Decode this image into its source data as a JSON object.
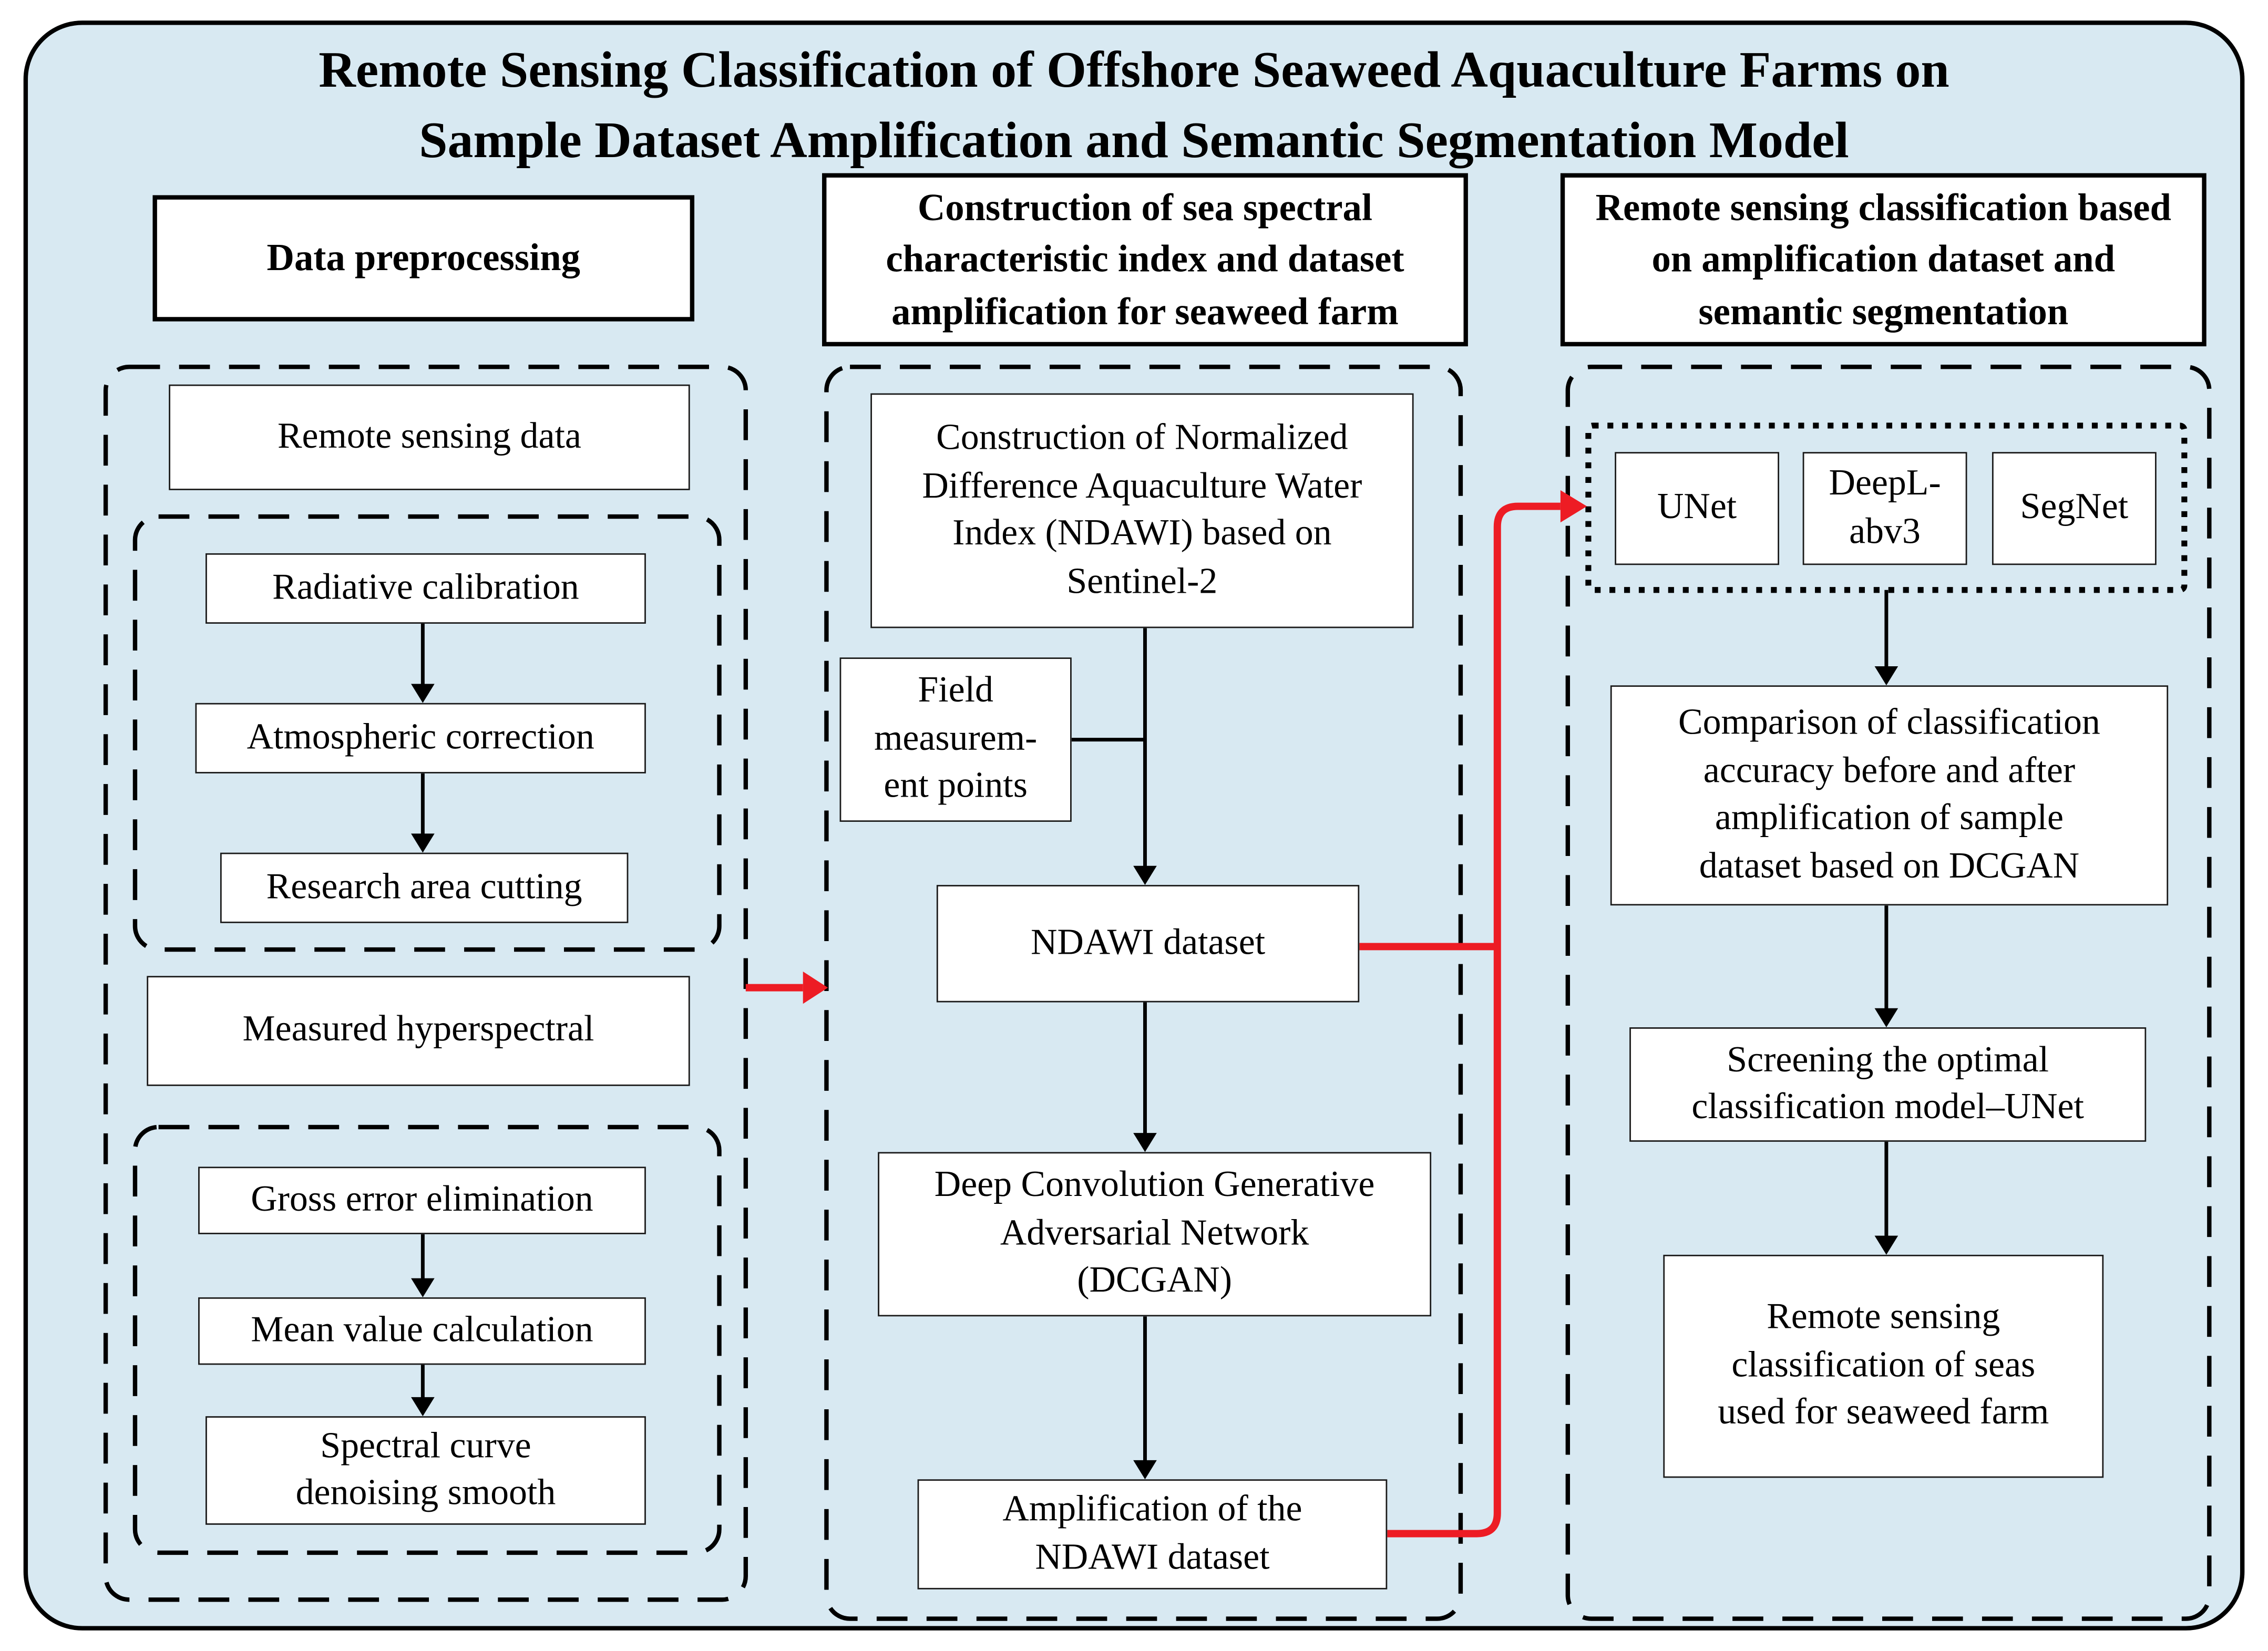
{
  "title": {
    "line1": "Remote Sensing Classification of Offshore Seaweed Aquaculture Farms on",
    "line2": "Sample Dataset Amplification and Semantic Segmentation Model"
  },
  "columns": {
    "col1": {
      "header": "Data preprocessing",
      "remote_sensing_data": "Remote sensing data",
      "radiative_calibration": "Radiative calibration",
      "atmospheric_correction": "Atmospheric correction",
      "research_area_cutting": "Research area cutting",
      "measured_hyperspectral": "Measured hyperspectral",
      "gross_error_elimination": "Gross error elimination",
      "mean_value_calculation": "Mean value calculation",
      "spectral_curve_denoising": "Spectral curve\ndenoising smooth"
    },
    "col2": {
      "header": "Construction of sea spectral\ncharacteristic index and dataset\namplification for seaweed farm",
      "ndawi_construction": "Construction of Normalized\nDifference Aquaculture Water\nIndex (NDAWI) based on\nSentinel-2",
      "field_measurement_points": "Field\nmeasurem-\nent points",
      "ndawi_dataset": "NDAWI dataset",
      "dcgan": "Deep Convolution Generative\nAdversarial Network\n(DCGAN)",
      "amplification": "Amplification of the\nNDAWI dataset"
    },
    "col3": {
      "header": "Remote sensing classification based\non amplification dataset and\nsemantic segmentation",
      "models": [
        "UNet",
        "DeepL-\nabv3",
        "SegNet"
      ],
      "comparison": "Comparison of classification\naccuracy before and after\namplification of sample\ndataset based on DCGAN",
      "screening": "Screening the optimal\nclassification model–UNet",
      "remote_classification": "Remote sensing\nclassification of seas\nused for seaweed farm"
    }
  },
  "colors": {
    "panel_background": "#d8e9f2",
    "box_fill": "#ffffff",
    "line_black": "#000000",
    "accent_red": "#ed1c24"
  }
}
